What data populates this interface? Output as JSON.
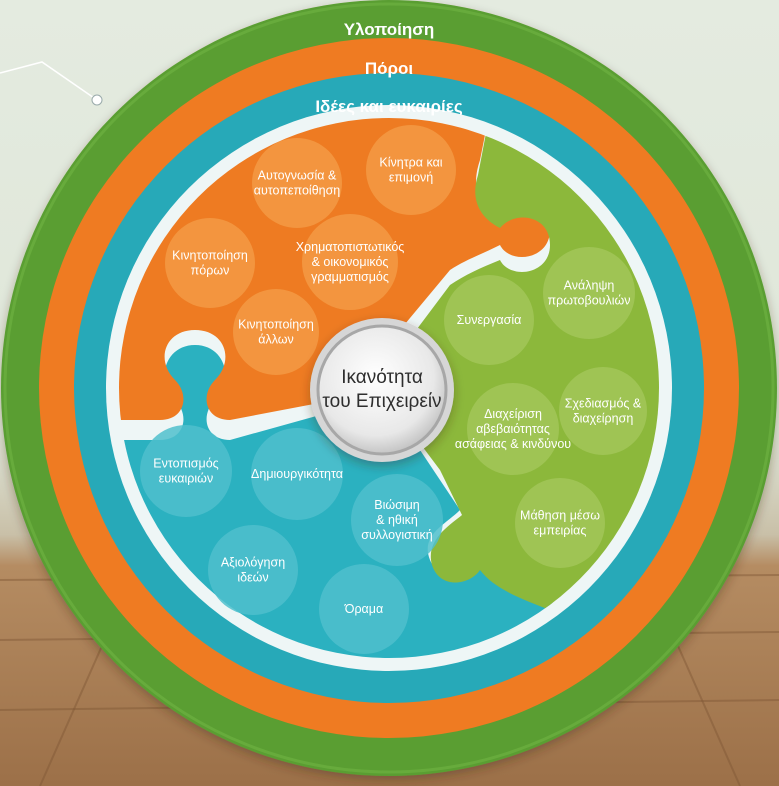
{
  "rings": {
    "outer": {
      "label": "Υλοποίηση",
      "color": "#5a9e32"
    },
    "middle": {
      "label": "Πόροι",
      "color": "#ef7b22"
    },
    "inner": {
      "label": "Ιδέες και ευκαιρίες",
      "color": "#27a9b8"
    }
  },
  "center": {
    "line1": "Ικανότητα",
    "line2": "του Επιχειρείν"
  },
  "segments": {
    "resources": {
      "color": "#ee7b22",
      "items": [
        {
          "name": "competence-self-awareness",
          "lines": [
            "Αυτογνωσία &",
            "αυτοπεποίθηση"
          ]
        },
        {
          "name": "competence-motivation",
          "lines": [
            "Κίνητρα και",
            "επιμονή"
          ]
        },
        {
          "name": "competence-mobilising-resources",
          "lines": [
            "Κινητοποίηση",
            "πόρων"
          ]
        },
        {
          "name": "competence-financial-literacy",
          "lines": [
            "Χρηματοπιστωτικός",
            "& οικονομικός",
            "γραμματισμός"
          ]
        },
        {
          "name": "competence-mobilising-others",
          "lines": [
            "Κινητοποίηση",
            "άλλων"
          ]
        }
      ]
    },
    "action": {
      "color": "#8cb83b",
      "items": [
        {
          "name": "competence-working-with-others",
          "lines": [
            "Συνεργασία"
          ]
        },
        {
          "name": "competence-taking-initiative",
          "lines": [
            "Ανάληψη",
            "πρωτοβουλιών"
          ]
        },
        {
          "name": "competence-coping-with-uncertainty",
          "lines": [
            "Διαχείριση",
            "αβεβαιότητας",
            "ασάφειας & κινδύνου"
          ]
        },
        {
          "name": "competence-planning-management",
          "lines": [
            "Σχεδιασμός &",
            "διαχείρηση"
          ]
        },
        {
          "name": "competence-learning-through-experience",
          "lines": [
            "Μάθηση μέσω",
            "εμπειρίας"
          ]
        }
      ]
    },
    "ideas": {
      "color": "#2bb1c0",
      "items": [
        {
          "name": "competence-spotting-opportunities",
          "lines": [
            "Εντοπισμός",
            "ευκαιριών"
          ]
        },
        {
          "name": "competence-creativity",
          "lines": [
            "Δημιουργικότητα"
          ]
        },
        {
          "name": "competence-ethical-sustainable-thinking",
          "lines": [
            "Βιώσιμη",
            "& ηθική",
            "συλλογιστική"
          ]
        },
        {
          "name": "competence-valuing-ideas",
          "lines": [
            "Αξιολόγηση",
            "ιδεών"
          ]
        },
        {
          "name": "competence-vision",
          "lines": [
            "Όραμα"
          ]
        }
      ]
    }
  }
}
